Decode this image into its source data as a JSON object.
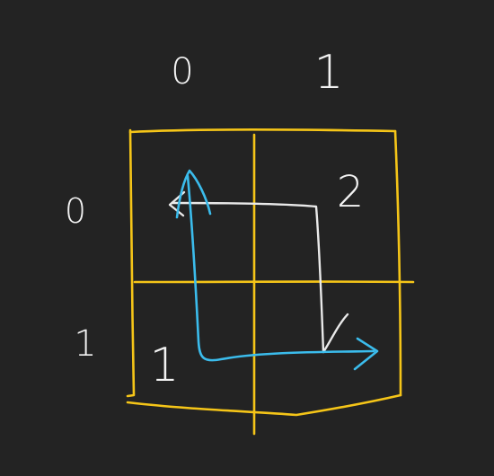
{
  "column_labels": [
    "0",
    "1"
  ],
  "row_labels": [
    "0",
    "1"
  ],
  "cell_labels": {
    "top_right": "2",
    "bottom_left": "1"
  },
  "colors": {
    "background": "#232323",
    "grid": "#f5c518",
    "path_white": "#e9e9e9",
    "path_blue": "#3bbcec",
    "ink": "#f2f2f2"
  }
}
